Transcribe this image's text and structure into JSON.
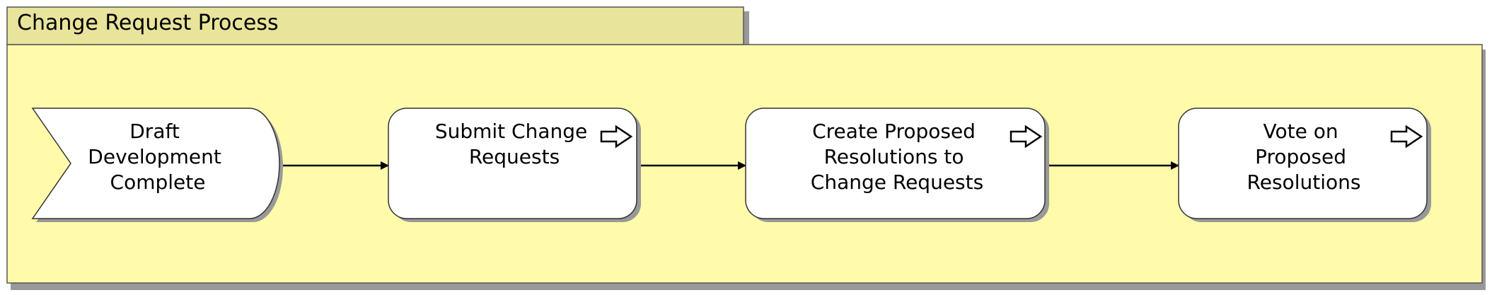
{
  "pool": {
    "title": "Change Request Process",
    "fill": "#fffbaa",
    "tab_fill": "#e8e49c",
    "shadow": "#999999"
  },
  "nodes": [
    {
      "id": "start",
      "kind": "start-event",
      "lines": [
        "Draft",
        "Development",
        "Complete"
      ]
    },
    {
      "id": "submit",
      "kind": "sub-process",
      "lines": [
        "Submit Change",
        "Requests"
      ]
    },
    {
      "id": "create",
      "kind": "sub-process",
      "lines": [
        "Create Proposed",
        "Resolutions to",
        "Change Requests"
      ]
    },
    {
      "id": "vote",
      "kind": "sub-process",
      "lines": [
        "Vote on",
        "Proposed",
        "Resolutions"
      ]
    }
  ],
  "flows": [
    {
      "from": "start",
      "to": "submit"
    },
    {
      "from": "submit",
      "to": "create"
    },
    {
      "from": "create",
      "to": "vote"
    }
  ]
}
